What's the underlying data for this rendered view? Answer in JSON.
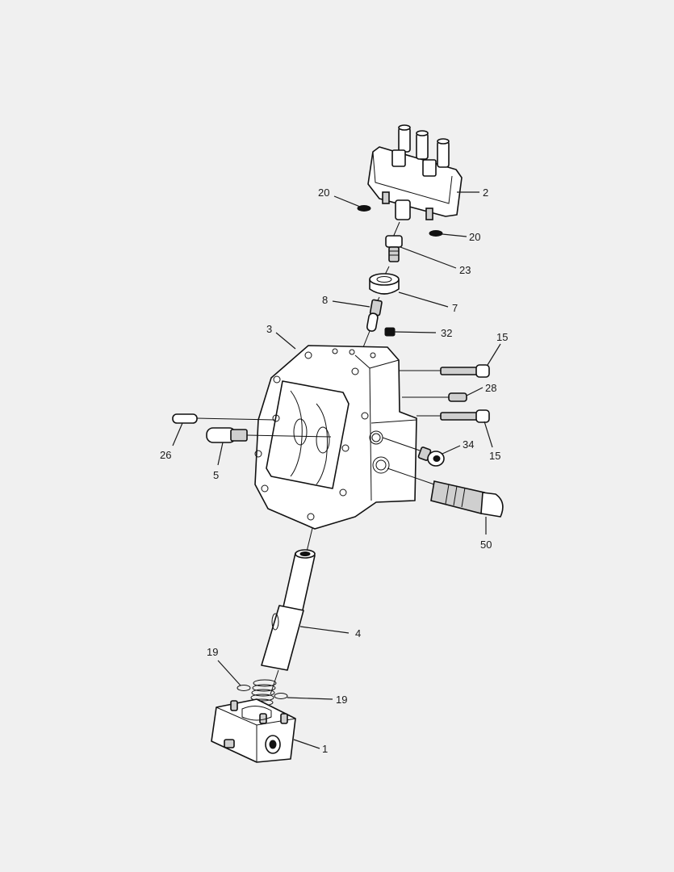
{
  "callouts": [
    {
      "id": "c-2",
      "text": "2"
    },
    {
      "id": "c-20a",
      "text": "20"
    },
    {
      "id": "c-20b",
      "text": "20"
    },
    {
      "id": "c-23",
      "text": "23"
    },
    {
      "id": "c-7",
      "text": "7"
    },
    {
      "id": "c-8",
      "text": "8"
    },
    {
      "id": "c-32",
      "text": "32"
    },
    {
      "id": "c-3",
      "text": "3"
    },
    {
      "id": "c-15a",
      "text": "15"
    },
    {
      "id": "c-28",
      "text": "28"
    },
    {
      "id": "c-15b",
      "text": "15"
    },
    {
      "id": "c-26",
      "text": "26"
    },
    {
      "id": "c-5",
      "text": "5"
    },
    {
      "id": "c-34",
      "text": "34"
    },
    {
      "id": "c-50",
      "text": "50"
    },
    {
      "id": "c-4",
      "text": "4"
    },
    {
      "id": "c-19a",
      "text": "19"
    },
    {
      "id": "c-19b",
      "text": "19"
    },
    {
      "id": "c-1",
      "text": "1"
    }
  ]
}
